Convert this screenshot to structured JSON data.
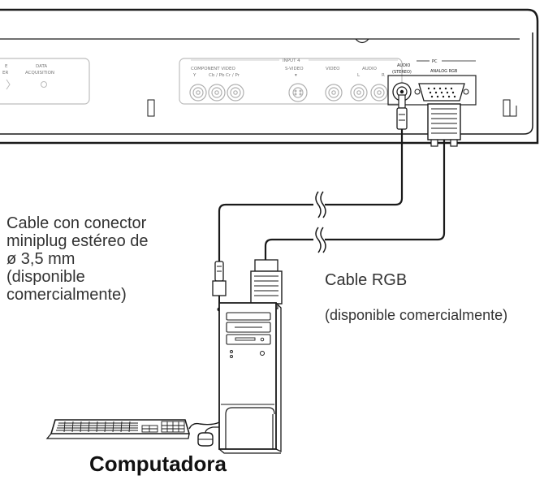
{
  "tv_panel": {
    "left_labels": {
      "line1": "E",
      "line2": "ER"
    },
    "data_acquisition": {
      "line1": "DATA",
      "line2": "ACQUISITION"
    },
    "input4": "INPUT 4",
    "component_video": "COMPONENT VIDEO",
    "component_jacks": [
      "Y",
      "Cb / Pb",
      "Cr / Pr"
    ],
    "s_video": "S-VIDEO",
    "video": "VIDEO",
    "audio": "AUDIO",
    "audio_jacks": [
      "L",
      "R"
    ],
    "pc": "PC",
    "audio_stereo": {
      "line1": "AUDIO",
      "line2": "(STEREO)"
    },
    "analog_rgb": "ANALOG RGB"
  },
  "labels": {
    "audio_cable": "Cable con conector\nminiplug estéreo de\nø 3,5 mm\n(disponible\ncomercialmente)",
    "rgb_cable_line1": "Cable RGB",
    "rgb_cable_line2": "(disponible comercialmente)",
    "computer": "Computadora"
  },
  "colors": {
    "line": "#1a1a1a",
    "panel_line": "#b5b5b5",
    "text": "#333333"
  }
}
